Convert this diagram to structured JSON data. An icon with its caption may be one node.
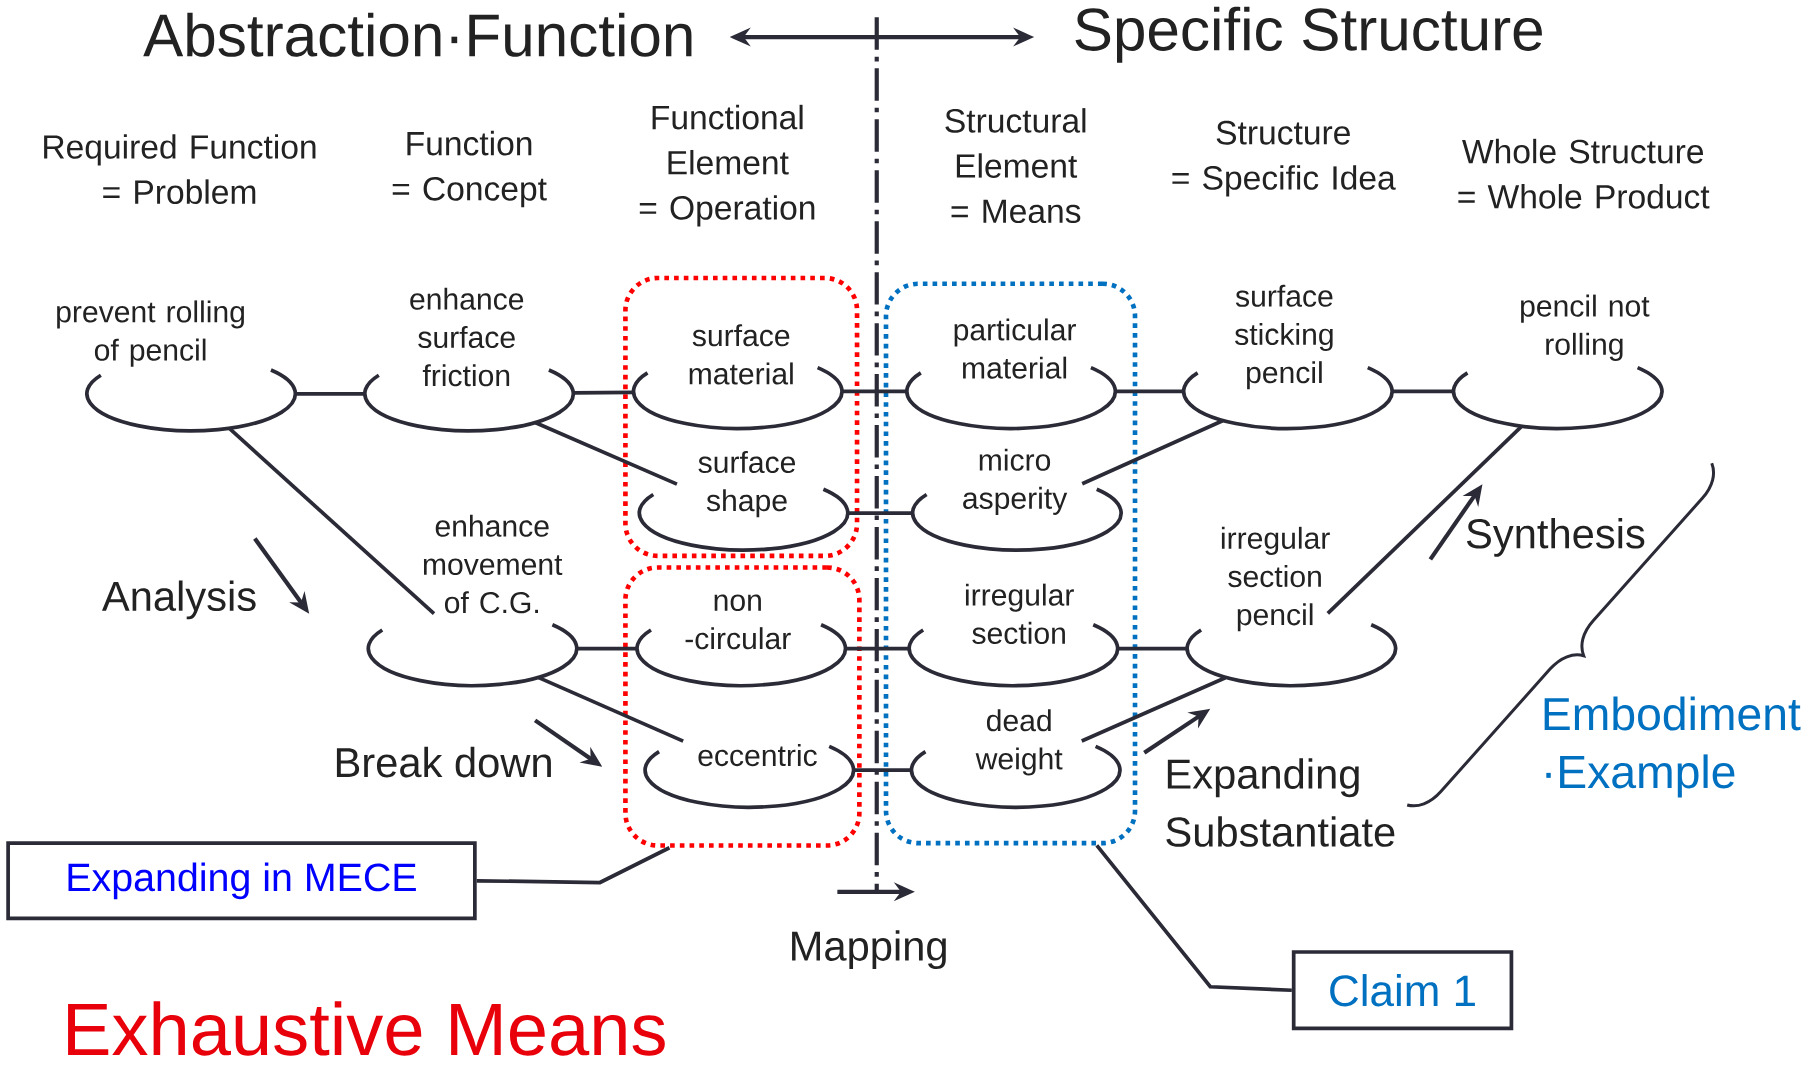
{
  "diagram": {
    "nodes": [
      {
        "text": [
          "prevent rolling of pencil"
        ]
      },
      {
        "text": [
          "enhance surface friction"
        ]
      },
      {
        "text": [
          "enhance movement of C.G."
        ]
      },
      {
        "text": [],
        "shape": "box"
      },
      {
        "text": [
          "surface material"
        ],
        "in": 3
      },
      {
        "text": [
          "surface shape"
        ],
        "in": 3
      },
      {
        "text": [],
        "shape": "box"
      },
      {
        "text": [
          "non -circular"
        ],
        "in": 6
      },
      {
        "text": [
          "eccentric"
        ],
        "in": 6
      },
      {
        "text": [],
        "shape": "box"
      },
      {
        "text": [
          "particular material"
        ],
        "in": 9
      },
      {
        "text": [
          "micro asperity"
        ],
        "in": 9
      },
      {
        "text": [
          "irregular section"
        ],
        "in": 9
      },
      {
        "text": [
          "dead weight"
        ],
        "in": 9
      },
      {
        "text": [
          "surface sticking pencil"
        ]
      },
      {
        "text": [
          "irregular section pencil"
        ]
      },
      {
        "text": [
          "pencil not rolling"
        ]
      },
      {
        "text": [
          "Expanding in MECE"
        ]
      },
      {
        "text": [
          "Claim 1"
        ]
      }
    ],
    "edges": [
      {
        "from": 0,
        "to": 1,
        "arrow": "none"
      },
      {
        "from": 0,
        "to": 2,
        "arrow": "none"
      },
      {
        "from": 1,
        "to": 4,
        "arrow": "none"
      },
      {
        "from": 1,
        "to": 5,
        "arrow": "none"
      },
      {
        "from": 2,
        "to": 7,
        "arrow": "none"
      },
      {
        "from": 2,
        "to": 8,
        "arrow": "none"
      },
      {
        "from": 4,
        "to": 10,
        "arrow": "none"
      },
      {
        "from": 5,
        "to": 11,
        "arrow": "none"
      },
      {
        "from": 7,
        "to": 12,
        "arrow": "none"
      },
      {
        "from": 8,
        "to": 13,
        "arrow": "none"
      },
      {
        "from": 10,
        "to": 14,
        "arrow": "none"
      },
      {
        "from": 11,
        "to": 14,
        "arrow": "none"
      },
      {
        "from": 12,
        "to": 15,
        "arrow": "none"
      },
      {
        "from": 13,
        "to": 15,
        "arrow": "none"
      },
      {
        "from": 14,
        "to": 16,
        "arrow": "none"
      },
      {
        "from": 15,
        "to": 16,
        "arrow": "none"
      },
      {
        "from": 17,
        "to": 6,
        "arrow": "none"
      },
      {
        "from": 18,
        "to": 9,
        "arrow": "none"
      }
    ],
    "labels": [
      "Abstraction·Function",
      "Specific Structure",
      "Required Function = Problem",
      "Function = Concept",
      "Functional Element = Operation",
      "Structural Element = Means",
      "Structure = Specific Idea",
      "Whole Structure = Whole Product",
      "Synthesis",
      "Analysis",
      "Embodiment ·Example",
      "Break down",
      "Expanding Substantiate",
      "Mapping",
      "Exhaustive Means"
    ]
  }
}
